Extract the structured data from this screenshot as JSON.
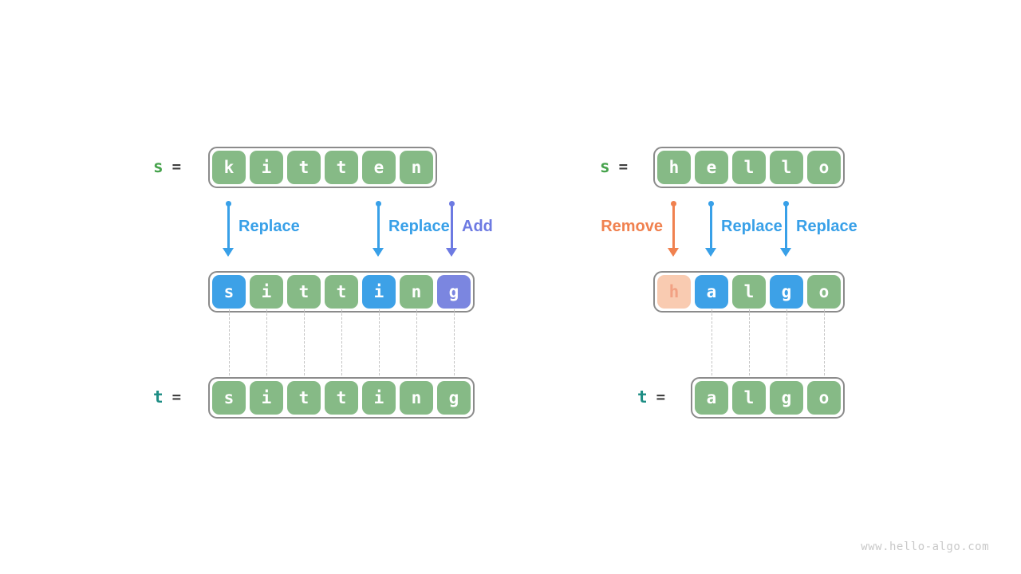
{
  "colors": {
    "green": "#86ba86",
    "blue": "#3da1e7",
    "purple": "#7b86e0",
    "peach": "#f9cbb1",
    "peach_text": "#f2a183",
    "var_s": "#47a34d",
    "var_t": "#1d8d84",
    "equals": "#3f3f3f",
    "op_blue": "#38a0e8",
    "op_purple": "#6d7ae2",
    "op_orange": "#f0814f",
    "border": "#8b8b8b",
    "connector": "#c4c4c4",
    "watermark": "#c9c9c9"
  },
  "watermark": "www.hello-algo.com",
  "left": {
    "source": {
      "var": "s",
      "eq": "=",
      "cells": [
        {
          "ch": "k",
          "bg": "green"
        },
        {
          "ch": "i",
          "bg": "green"
        },
        {
          "ch": "t",
          "bg": "green"
        },
        {
          "ch": "t",
          "bg": "green"
        },
        {
          "ch": "e",
          "bg": "green"
        },
        {
          "ch": "n",
          "bg": "green"
        }
      ]
    },
    "ops": [
      {
        "label": "Replace"
      },
      {
        "label": "Replace"
      },
      {
        "label": "Add"
      }
    ],
    "result": {
      "cells": [
        {
          "ch": "s",
          "bg": "blue"
        },
        {
          "ch": "i",
          "bg": "green"
        },
        {
          "ch": "t",
          "bg": "green"
        },
        {
          "ch": "t",
          "bg": "green"
        },
        {
          "ch": "i",
          "bg": "blue"
        },
        {
          "ch": "n",
          "bg": "green"
        },
        {
          "ch": "g",
          "bg": "purple"
        }
      ]
    },
    "target": {
      "var": "t",
      "eq": "=",
      "cells": [
        {
          "ch": "s",
          "bg": "green"
        },
        {
          "ch": "i",
          "bg": "green"
        },
        {
          "ch": "t",
          "bg": "green"
        },
        {
          "ch": "t",
          "bg": "green"
        },
        {
          "ch": "i",
          "bg": "green"
        },
        {
          "ch": "n",
          "bg": "green"
        },
        {
          "ch": "g",
          "bg": "green"
        }
      ]
    }
  },
  "right": {
    "source": {
      "var": "s",
      "eq": "=",
      "cells": [
        {
          "ch": "h",
          "bg": "green"
        },
        {
          "ch": "e",
          "bg": "green"
        },
        {
          "ch": "l",
          "bg": "green"
        },
        {
          "ch": "l",
          "bg": "green"
        },
        {
          "ch": "o",
          "bg": "green"
        }
      ]
    },
    "ops": [
      {
        "label": "Remove"
      },
      {
        "label": "Replace"
      },
      {
        "label": "Replace"
      }
    ],
    "result": {
      "cells": [
        {
          "ch": "h",
          "bg": "peach",
          "fg": "peach_text"
        },
        {
          "ch": "a",
          "bg": "blue"
        },
        {
          "ch": "l",
          "bg": "green"
        },
        {
          "ch": "g",
          "bg": "blue"
        },
        {
          "ch": "o",
          "bg": "green"
        }
      ]
    },
    "target": {
      "var": "t",
      "eq": "=",
      "cells": [
        {
          "ch": "a",
          "bg": "green"
        },
        {
          "ch": "l",
          "bg": "green"
        },
        {
          "ch": "g",
          "bg": "green"
        },
        {
          "ch": "o",
          "bg": "green"
        }
      ]
    }
  }
}
